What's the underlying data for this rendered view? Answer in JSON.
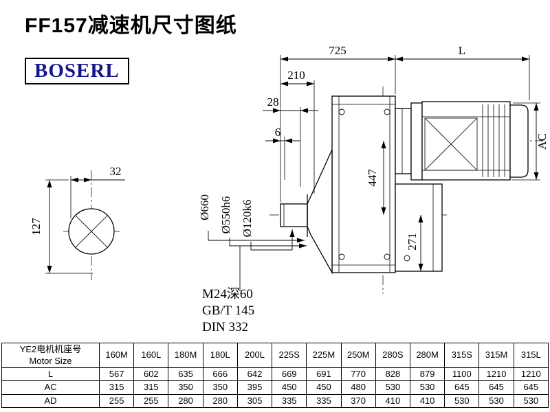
{
  "page": {
    "title": "FF157减速机尺寸图纸",
    "logo": "BOSERL"
  },
  "drawing": {
    "dims": {
      "top_width": "725",
      "motor_length": "L",
      "d210": "210",
      "d28": "28",
      "d6": "6",
      "d32": "32",
      "d127": "127",
      "flange_od": "Ø660",
      "spigot": "Ø550h6",
      "shaft": "Ø120k6",
      "d447": "447",
      "d271": "271",
      "motor_ac": "AC"
    },
    "notes": {
      "tap": "M24深60",
      "gbt": "GB/T 145",
      "din": "DIN 332"
    }
  },
  "table": {
    "header": {
      "line1": "YE2电机机座号",
      "line2": "Motor Size"
    },
    "columns": [
      "160M",
      "160L",
      "180M",
      "180L",
      "200L",
      "225S",
      "225M",
      "250M",
      "280S",
      "280M",
      "315S",
      "315M",
      "315L"
    ],
    "rows": [
      {
        "label": "L",
        "values": [
          "567",
          "602",
          "635",
          "666",
          "642",
          "669",
          "691",
          "770",
          "828",
          "879",
          "1100",
          "1210",
          "1210"
        ]
      },
      {
        "label": "AC",
        "values": [
          "315",
          "315",
          "350",
          "350",
          "395",
          "450",
          "450",
          "480",
          "530",
          "530",
          "645",
          "645",
          "645"
        ]
      },
      {
        "label": "AD",
        "values": [
          "255",
          "255",
          "280",
          "280",
          "305",
          "335",
          "335",
          "370",
          "410",
          "410",
          "530",
          "530",
          "530"
        ]
      }
    ]
  }
}
